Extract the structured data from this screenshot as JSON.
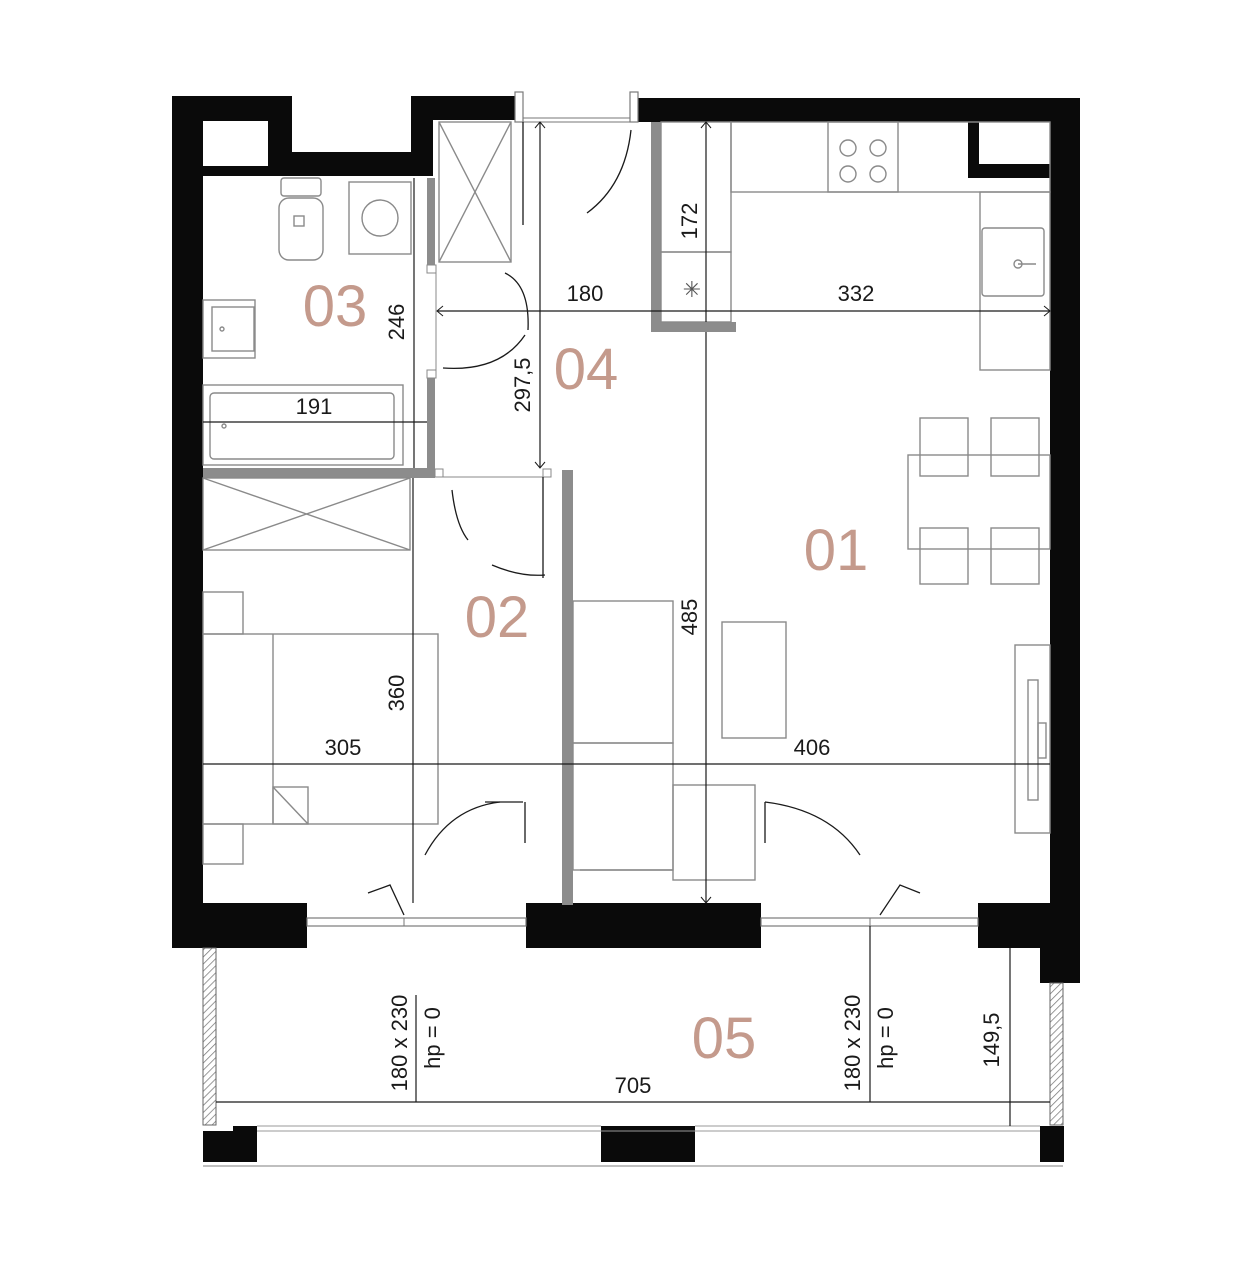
{
  "colors": {
    "room_label": "#c49a8c",
    "wall": "#0a0a0a",
    "partition": "#8c8c8c",
    "furniture": "#8a8a8a"
  },
  "rooms": {
    "r01": "01",
    "r02": "02",
    "r03": "03",
    "r04": "04",
    "r05": "05"
  },
  "dimensions": {
    "d172": "172",
    "d180": "180",
    "d332": "332",
    "d246": "246",
    "d297": "297,5",
    "d191": "191",
    "d485": "485",
    "d360": "360",
    "d305": "305",
    "d406": "406",
    "d705": "705",
    "d1495": "149,5"
  },
  "windows": {
    "size_left": "180 x 230",
    "hp_left": "hp = 0",
    "size_right": "180 x 230",
    "hp_right": "hp = 0"
  }
}
